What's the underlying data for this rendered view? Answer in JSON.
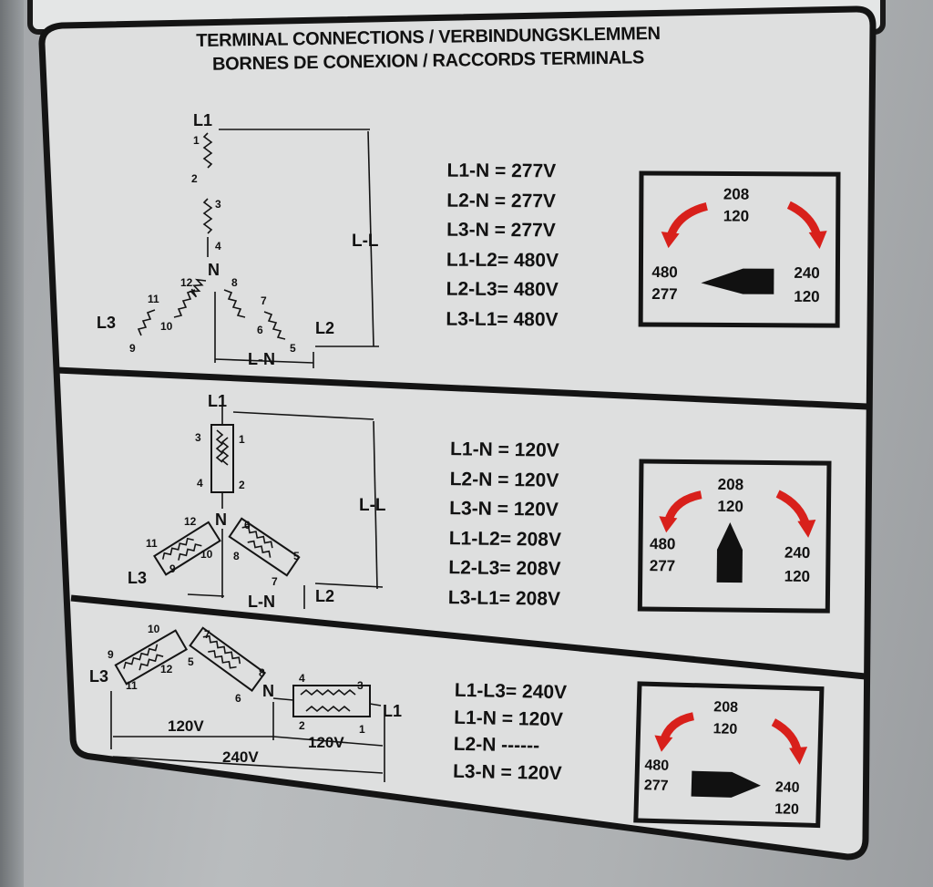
{
  "title": {
    "line1": "TERMINAL CONNECTIONS / VERBINDUNGSKLEMMEN",
    "line2": "BORNES DE CONEXION / RACCORDS TERMINALS"
  },
  "sections": [
    {
      "equations": [
        "L1-N = 277V",
        "L2-N = 277V",
        "L3-N = 277V",
        "L1-L2= 480V",
        "L2-L3= 480V",
        "L3-L1= 480V"
      ],
      "dial": {
        "top": [
          "208",
          "120"
        ],
        "left": [
          "480",
          "277"
        ],
        "right": [
          "240",
          "120"
        ],
        "pointer": "left"
      }
    },
    {
      "equations": [
        "L1-N = 120V",
        "L2-N = 120V",
        "L3-N = 120V",
        "L1-L2= 208V",
        "L2-L3= 208V",
        "L3-L1= 208V"
      ],
      "dial": {
        "top": [
          "208",
          "120"
        ],
        "left": [
          "480",
          "277"
        ],
        "right": [
          "240",
          "120"
        ],
        "pointer": "up"
      }
    },
    {
      "equations": [
        "L1-L3= 240V",
        "L1-N = 120V",
        "L2-N ------",
        "L3-N = 120V"
      ],
      "dial": {
        "top": [
          "208",
          "120"
        ],
        "left": [
          "480",
          "277"
        ],
        "right": [
          "240",
          "120"
        ],
        "pointer": "right"
      }
    }
  ],
  "diagram_labels": {
    "L1": "L1",
    "L2": "L2",
    "L3": "L3",
    "N": "N",
    "LL": "L-L",
    "LN": "L-N",
    "v120": "120V",
    "v240": "240V",
    "t1": "1",
    "t2": "2",
    "t3": "3",
    "t4": "4",
    "t5": "5",
    "t6": "6",
    "t7": "7",
    "t8": "8",
    "t9": "9",
    "t10": "10",
    "t11": "11",
    "t12": "12"
  },
  "colors": {
    "arrow": "#d8201b",
    "ink": "#111111",
    "plate": "#dedfdf"
  }
}
